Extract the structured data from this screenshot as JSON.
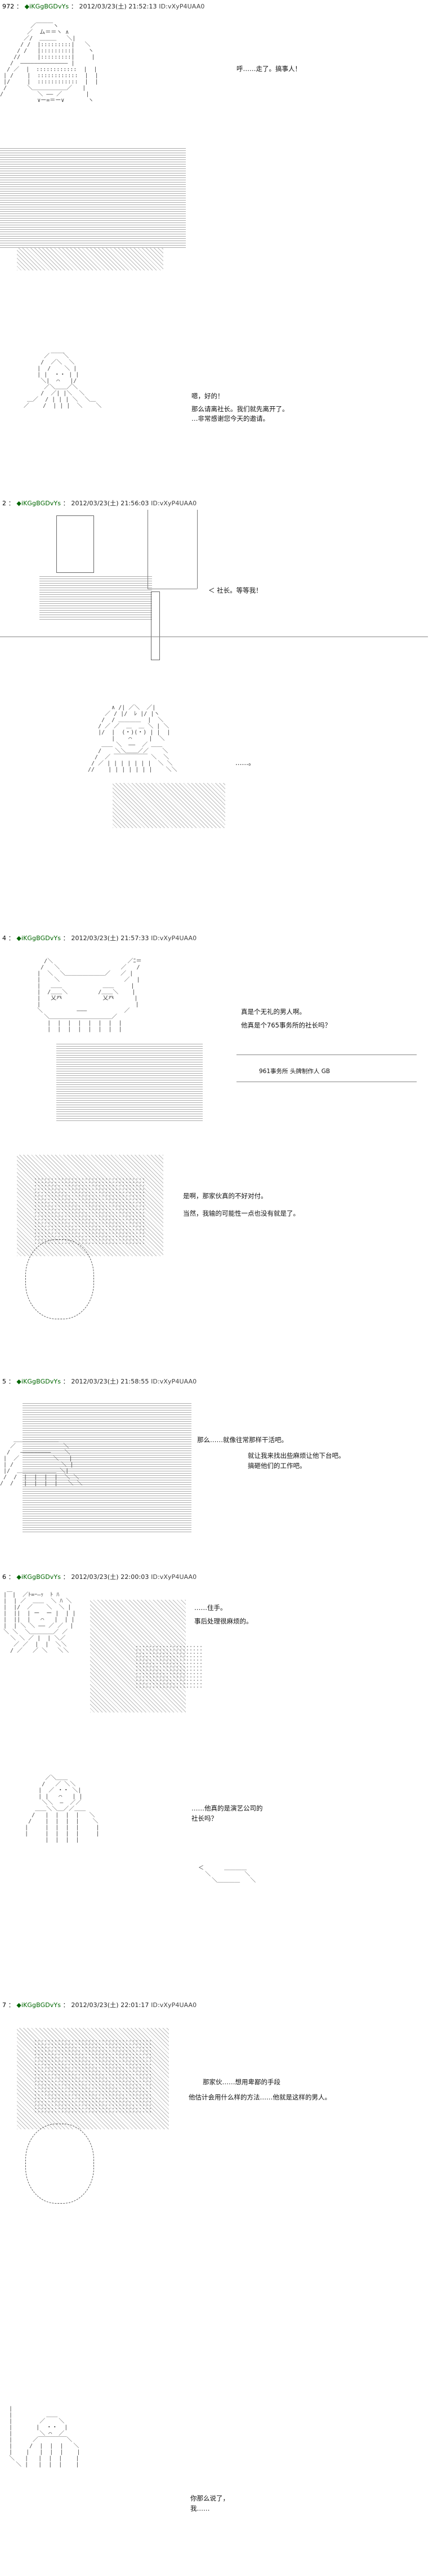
{
  "posts": [
    {
      "num": "972",
      "trip": "◆iKGgBGDvYs",
      "date": "2012/03/23(土) 21:52:13",
      "id": "ID:vXyP4UAA0"
    },
    {
      "num": "2",
      "trip": "◆iKGgBGDvYs",
      "date": "2012/03/23(土) 21:56:03",
      "id": "ID:vXyP4UAA0"
    },
    {
      "num": "4",
      "trip": "◆iKGgBGDvYs",
      "date": "2012/03/23(土) 21:57:33",
      "id": "ID:vXyP4UAA0"
    },
    {
      "num": "5",
      "trip": "◆iKGgBGDvYs",
      "date": "2012/03/23(土) 21:58:55",
      "id": "ID:vXyP4UAA0"
    },
    {
      "num": "6",
      "trip": "◆iKGgBGDvYs",
      "date": "2012/03/23(土) 22:00:03",
      "id": "ID:vXyP4UAA0"
    },
    {
      "num": "7",
      "trip": "◆iKGgBGDvYs",
      "date": "2012/03/23(土) 22:01:17",
      "id": "ID:vXyP4UAA0"
    }
  ],
  "dialogue": {
    "p1a": "呼……走了。搞事人！",
    "p1b1": "嗯，好的！",
    "p1b2": "那么请离社长。我们就先离开了。",
    "p1b3": "…非常感谢您今天的邀请。",
    "p2a": "＜ 社长。等等我！",
    "p2b": "……。",
    "p4a1": "真是个无礼的男人啊。",
    "p4a2": "他真是个765事务所的社长吗？",
    "p4box": "961事务所 头牌制作人  GB",
    "p4b1": "是啊，那家伙真的不好对付。",
    "p4b2": "当然，我输的可能性一点也没有就是了。",
    "p5a1": "那么……就像往常那样干活吧。",
    "p5a2": "就让我来找出些麻烦让他下台吧。",
    "p5a3": "搞砸他们的工作吧。",
    "p6a1": "……住手。",
    "p6a2": "事后处理很麻烦的。",
    "p6b1": "……他真的是演艺公司的",
    "p6b2": "社长吗？",
    "p7a1": "那家伙……想用卑鄙的手段",
    "p7a2": "他估计会用什么样的方法……他就是这样的男人。",
    "p7b1": "你那么说了，",
    "p7b2": "我……"
  }
}
